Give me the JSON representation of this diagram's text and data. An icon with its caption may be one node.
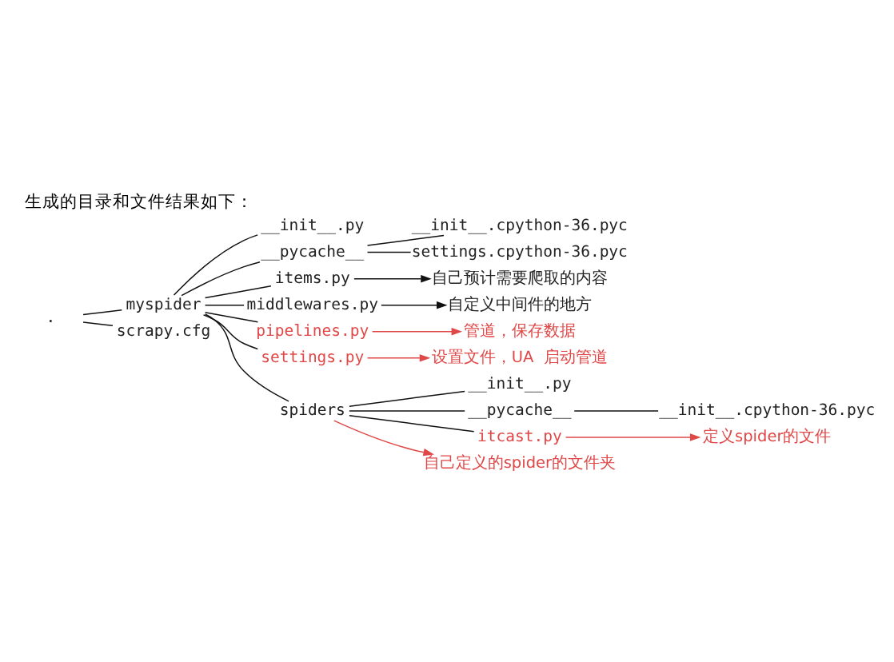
{
  "diagram": {
    "title": "生成的目录和文件结果如下：",
    "nodes": [
      {
        "text": [
          "."
        ]
      },
      {
        "text": [
          "myspider"
        ]
      },
      {
        "text": [
          "__init__.py"
        ]
      },
      {
        "text": [
          "__pycache__"
        ]
      },
      {
        "text": [
          "__init__.cpython-36.pyc"
        ]
      },
      {
        "text": [
          "settings.cpython-36.pyc"
        ]
      },
      {
        "text": [
          "items.py"
        ]
      },
      {
        "text": [
          "middlewares.py"
        ]
      },
      {
        "text": [
          "pipelines.py"
        ]
      },
      {
        "text": [
          "settings.py"
        ]
      },
      {
        "text": [
          "spiders"
        ]
      },
      {
        "text": [
          "__init__.py"
        ]
      },
      {
        "text": [
          "__pycache__"
        ]
      },
      {
        "text": [
          "__init__.cpython-36.pyc"
        ]
      },
      {
        "text": [
          "itcast.py"
        ]
      },
      {
        "text": [
          "scrapy.cfg"
        ]
      },
      {
        "text": [
          "自己预计需要爬取的内容"
        ]
      },
      {
        "text": [
          "自定义中间件的地方"
        ]
      },
      {
        "text": [
          "管道，保存数据"
        ]
      },
      {
        "text": [
          "设置文件，UA  启动管道"
        ]
      },
      {
        "text": [
          "自己定义的spider的文件夹"
        ]
      },
      {
        "text": [
          "定义spider的文件"
        ]
      }
    ],
    "edges": [
      {
        "from": 0,
        "to": 1,
        "arrow": "none"
      },
      {
        "from": 1,
        "to": 2,
        "arrow": "none"
      },
      {
        "from": 1,
        "to": 3,
        "arrow": "none"
      },
      {
        "from": 3,
        "to": 4,
        "arrow": "none"
      },
      {
        "from": 3,
        "to": 5,
        "arrow": "none"
      },
      {
        "from": 1,
        "to": 6,
        "arrow": "none"
      },
      {
        "from": 1,
        "to": 7,
        "arrow": "none"
      },
      {
        "from": 1,
        "to": 8,
        "arrow": "none"
      },
      {
        "from": 1,
        "to": 9,
        "arrow": "none"
      },
      {
        "from": 1,
        "to": 10,
        "arrow": "none"
      },
      {
        "from": 10,
        "to": 11,
        "arrow": "none"
      },
      {
        "from": 10,
        "to": 12,
        "arrow": "none"
      },
      {
        "from": 12,
        "to": 13,
        "arrow": "none"
      },
      {
        "from": 10,
        "to": 14,
        "arrow": "none"
      },
      {
        "from": 0,
        "to": 15,
        "arrow": "none"
      },
      {
        "from": 6,
        "to": 16,
        "arrow": "to"
      },
      {
        "from": 7,
        "to": 17,
        "arrow": "to"
      },
      {
        "from": 8,
        "to": 18,
        "arrow": "to",
        "color": "#e04848"
      },
      {
        "from": 9,
        "to": 19,
        "arrow": "to",
        "color": "#e04848"
      },
      {
        "from": 10,
        "to": 20,
        "arrow": "to",
        "color": "#e04848"
      },
      {
        "from": 14,
        "to": 21,
        "arrow": "to",
        "color": "#e04848"
      }
    ]
  }
}
